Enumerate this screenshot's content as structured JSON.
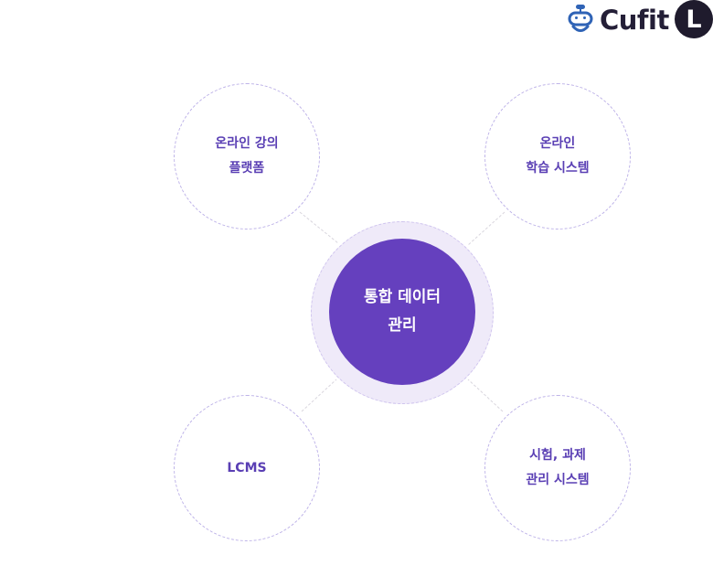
{
  "logo": {
    "text": "Cufit",
    "badge": "L"
  },
  "diagram": {
    "center": {
      "line1": "통합 데이터",
      "line2": "관리"
    },
    "nodes": [
      {
        "line1": "온라인 강의",
        "line2": "플랫폼"
      },
      {
        "line1": "온라인",
        "line2": "학습 시스템"
      },
      {
        "line1": "LCMS",
        "line2": ""
      },
      {
        "line1": "시험, 과제",
        "line2": "관리 시스템"
      }
    ]
  },
  "colors": {
    "accent": "#6540be",
    "node_text": "#5a3fb4",
    "ring": "#efeaf9",
    "dashed_border": "#bdb2e8",
    "logo_dark": "#241f37",
    "logo_icon": "#2f63b6"
  }
}
